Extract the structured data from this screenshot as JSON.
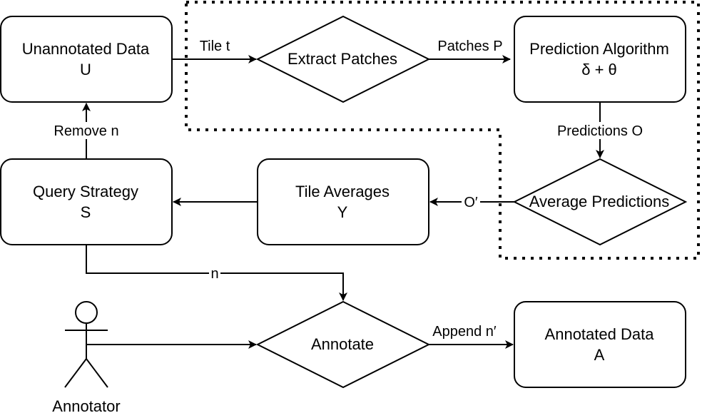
{
  "nodes": {
    "unannotated": {
      "line1": "Unannotated Data",
      "line2": "U"
    },
    "extract": {
      "line1": "Extract Patches"
    },
    "prediction": {
      "line1": "Prediction Algorithm",
      "line2": "δ + θ"
    },
    "average": {
      "line1": "Average Predictions"
    },
    "tile_avg": {
      "line1": "Tile Averages",
      "line2": "Y"
    },
    "query": {
      "line1": "Query Strategy",
      "line2": "S"
    },
    "annotate": {
      "line1": "Annotate"
    },
    "annotated": {
      "line1": "Annotated Data",
      "line2": "A"
    },
    "annotator": {
      "label": "Annotator"
    }
  },
  "edges": {
    "tile": "Tile t",
    "patches": "Patches P",
    "predictions": "Predictions O",
    "o_prime": "O′",
    "remove": "Remove n",
    "n": "n",
    "append": "Append n′"
  },
  "colors": {
    "stroke": "#000000",
    "background": "#ffffff"
  }
}
